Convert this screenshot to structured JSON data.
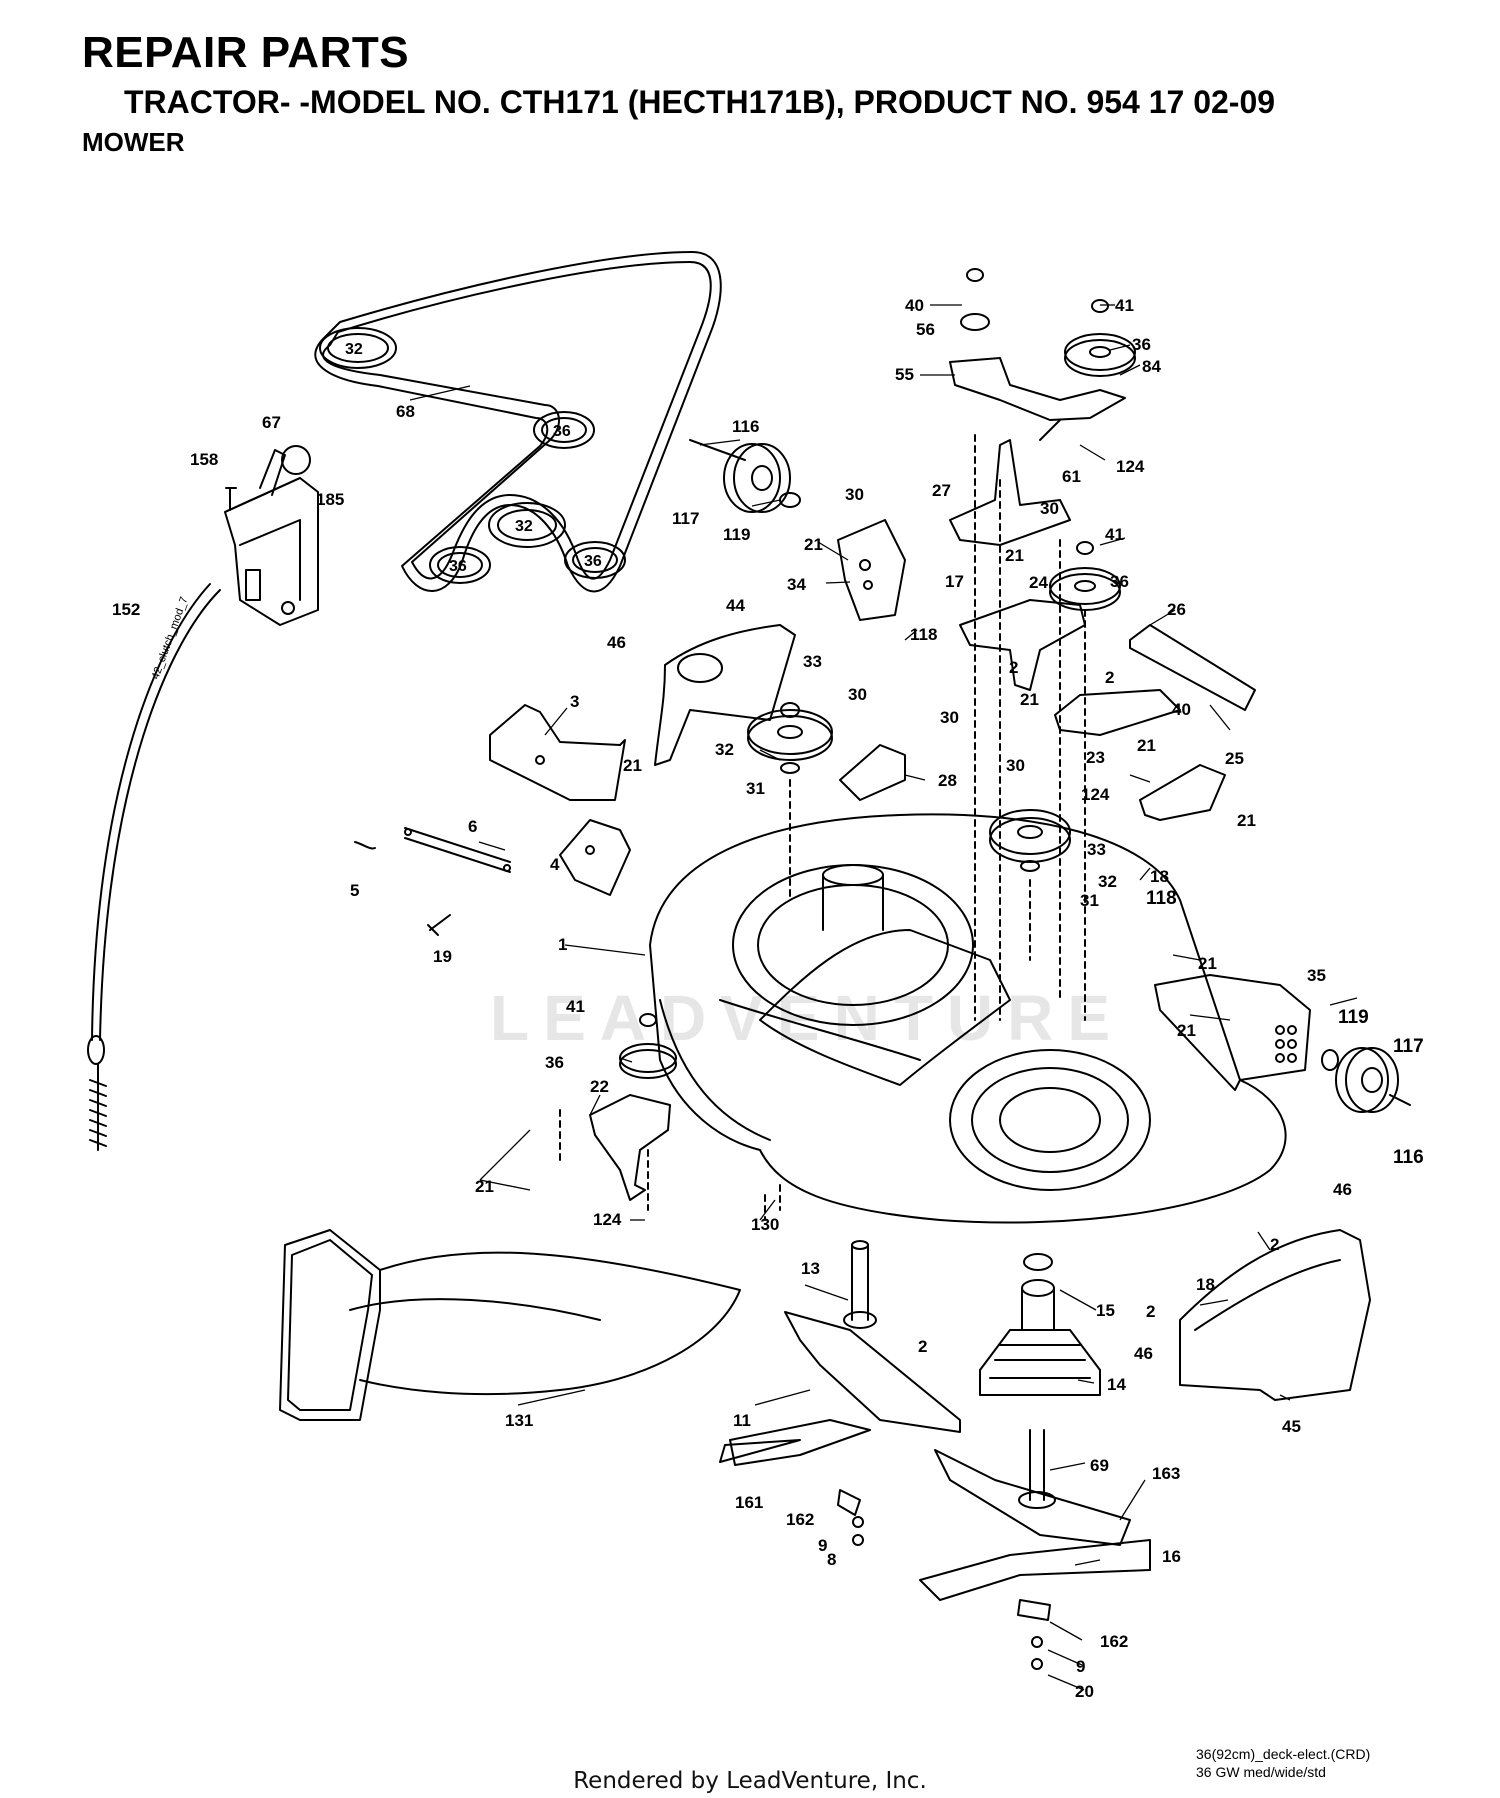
{
  "header": {
    "title": "REPAIR PARTS",
    "model_line": "TRACTOR- -MODEL NO. CTH171 (HECTH171B), PRODUCT NO. 954 17 02-09",
    "section": "MOWER"
  },
  "watermark": "LEADVENTURE",
  "pulley_labels": [
    "32",
    "36",
    "32",
    "36",
    "36"
  ],
  "cable_text": "42_clutch_mod_7",
  "callouts": [
    "67",
    "158",
    "185",
    "152",
    "68",
    "116",
    "117",
    "119",
    "21",
    "34",
    "118",
    "46",
    "44",
    "33",
    "30",
    "30",
    "32",
    "31",
    "28",
    "3",
    "21",
    "6",
    "5",
    "4",
    "19",
    "1",
    "41",
    "36",
    "22",
    "21",
    "124",
    "130",
    "13",
    "131",
    "11",
    "161",
    "162",
    "9",
    "8",
    "2",
    "15",
    "14",
    "69",
    "163",
    "16",
    "162",
    "9",
    "20",
    "40",
    "41",
    "56",
    "36",
    "84",
    "55",
    "124",
    "61",
    "27",
    "30",
    "30",
    "41",
    "17",
    "21",
    "36",
    "24",
    "26",
    "2",
    "2",
    "40",
    "21",
    "23",
    "21",
    "25",
    "30",
    "124",
    "21",
    "33",
    "32",
    "18",
    "118",
    "31",
    "21",
    "35",
    "21",
    "119",
    "117",
    "116",
    "46",
    "2",
    "18",
    "2",
    "46",
    "45"
  ],
  "drawing_ref": {
    "line1": "36(92cm)_deck-elect.(CRD)",
    "line2": "36 GW med/wide/std"
  },
  "credit": "Rendered by LeadVenture, Inc."
}
